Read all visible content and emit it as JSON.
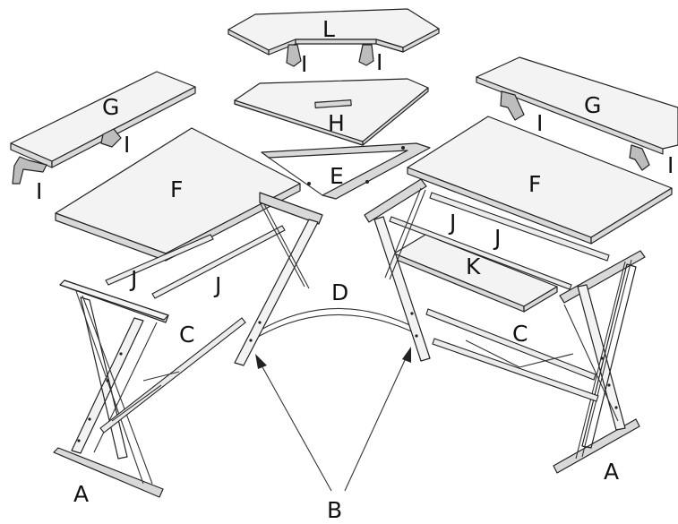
{
  "diagram": {
    "labels": {
      "A": "A",
      "B": "B",
      "C": "C",
      "D": "D",
      "E": "E",
      "F": "F",
      "G": "G",
      "H": "H",
      "I": "I",
      "J": "J",
      "K": "K",
      "L": "L"
    },
    "colors": {
      "line": "#222222",
      "panel_top": "#f3f3f3",
      "panel_edge": "#d9d9d9",
      "background": "#ffffff"
    }
  }
}
